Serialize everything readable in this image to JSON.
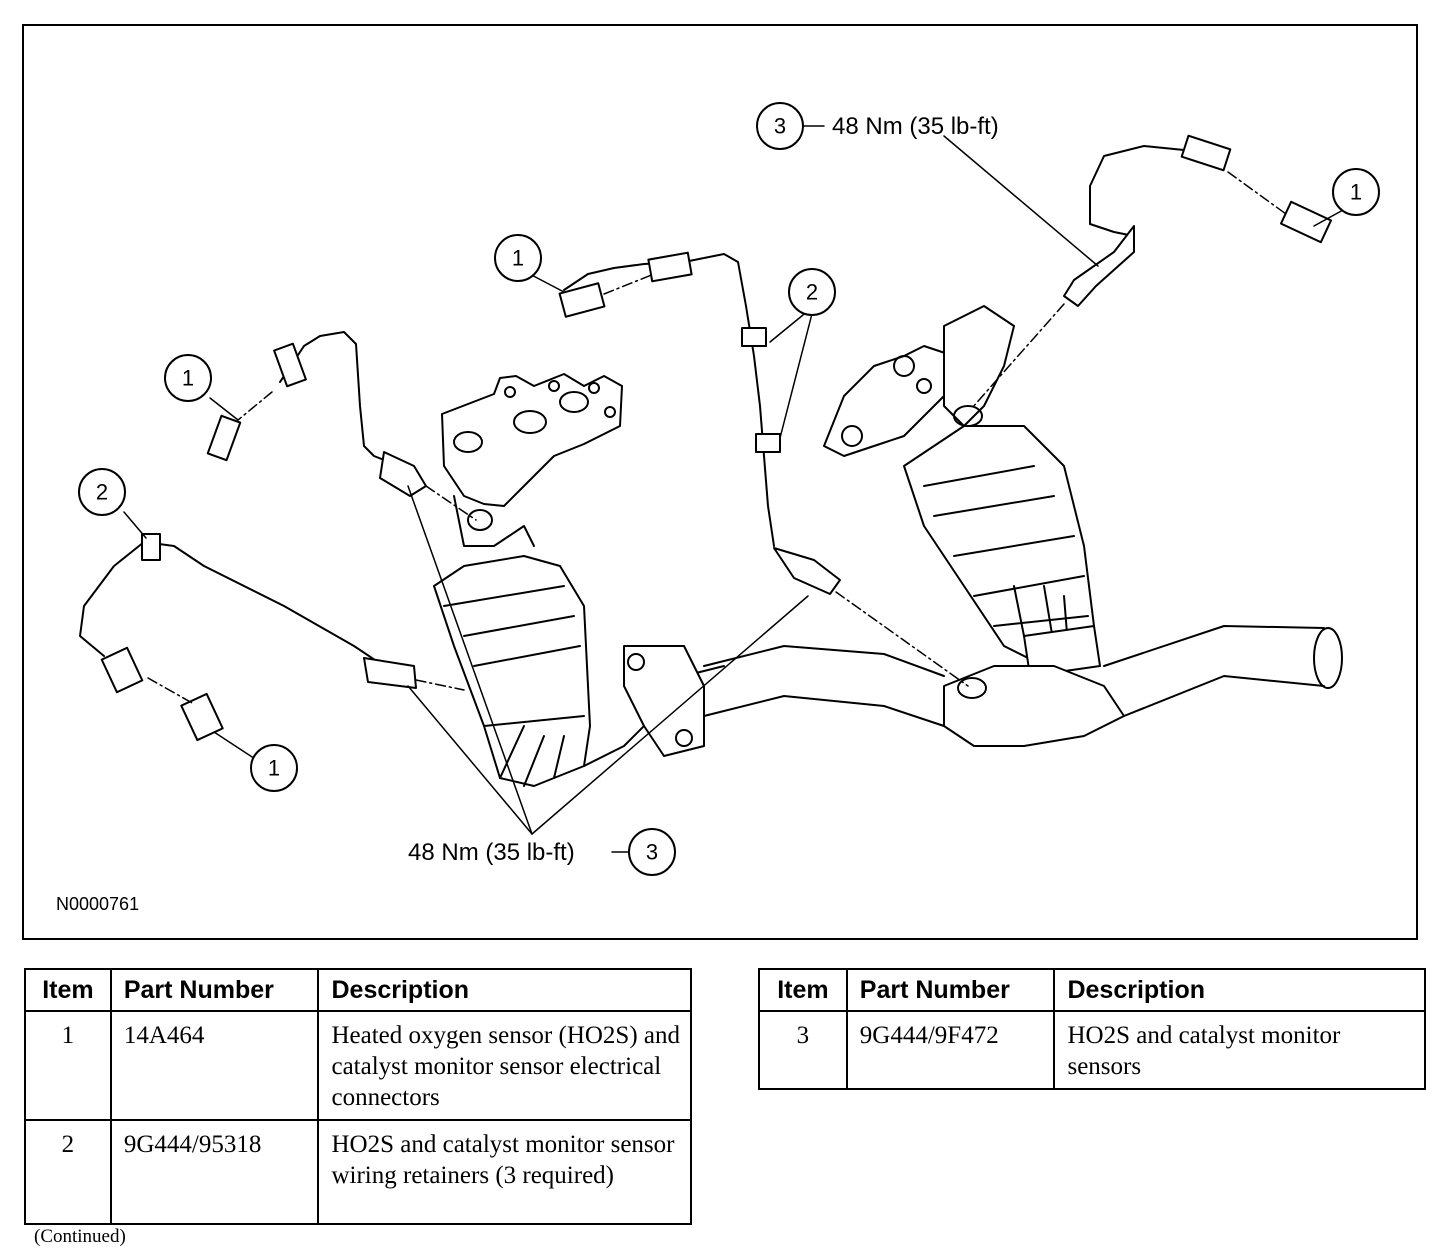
{
  "figure": {
    "reference_code": "N0000761",
    "torque_callouts": [
      "48 Nm (35 lb-ft)",
      "48 Nm (35 lb-ft)"
    ],
    "bubbles": {
      "item1": "1",
      "item2": "2",
      "item3": "3"
    }
  },
  "tables": {
    "left": {
      "headers": {
        "item": "Item",
        "part_number": "Part Number",
        "description": "Description"
      },
      "rows": [
        {
          "item": "1",
          "part_number": "14A464",
          "description": "Heated oxygen sensor (HO2S) and catalyst monitor sensor electrical connectors"
        },
        {
          "item": "2",
          "part_number": "9G444/95318",
          "description": "HO2S and catalyst monitor sensor wiring retainers (3 required)"
        }
      ]
    },
    "right": {
      "headers": {
        "item": "Item",
        "part_number": "Part Number",
        "description": "Description"
      },
      "rows": [
        {
          "item": "3",
          "part_number": "9G444/9F472",
          "description": "HO2S and catalyst monitor sensors"
        }
      ]
    }
  },
  "footer": {
    "continued": "(Continued)"
  }
}
